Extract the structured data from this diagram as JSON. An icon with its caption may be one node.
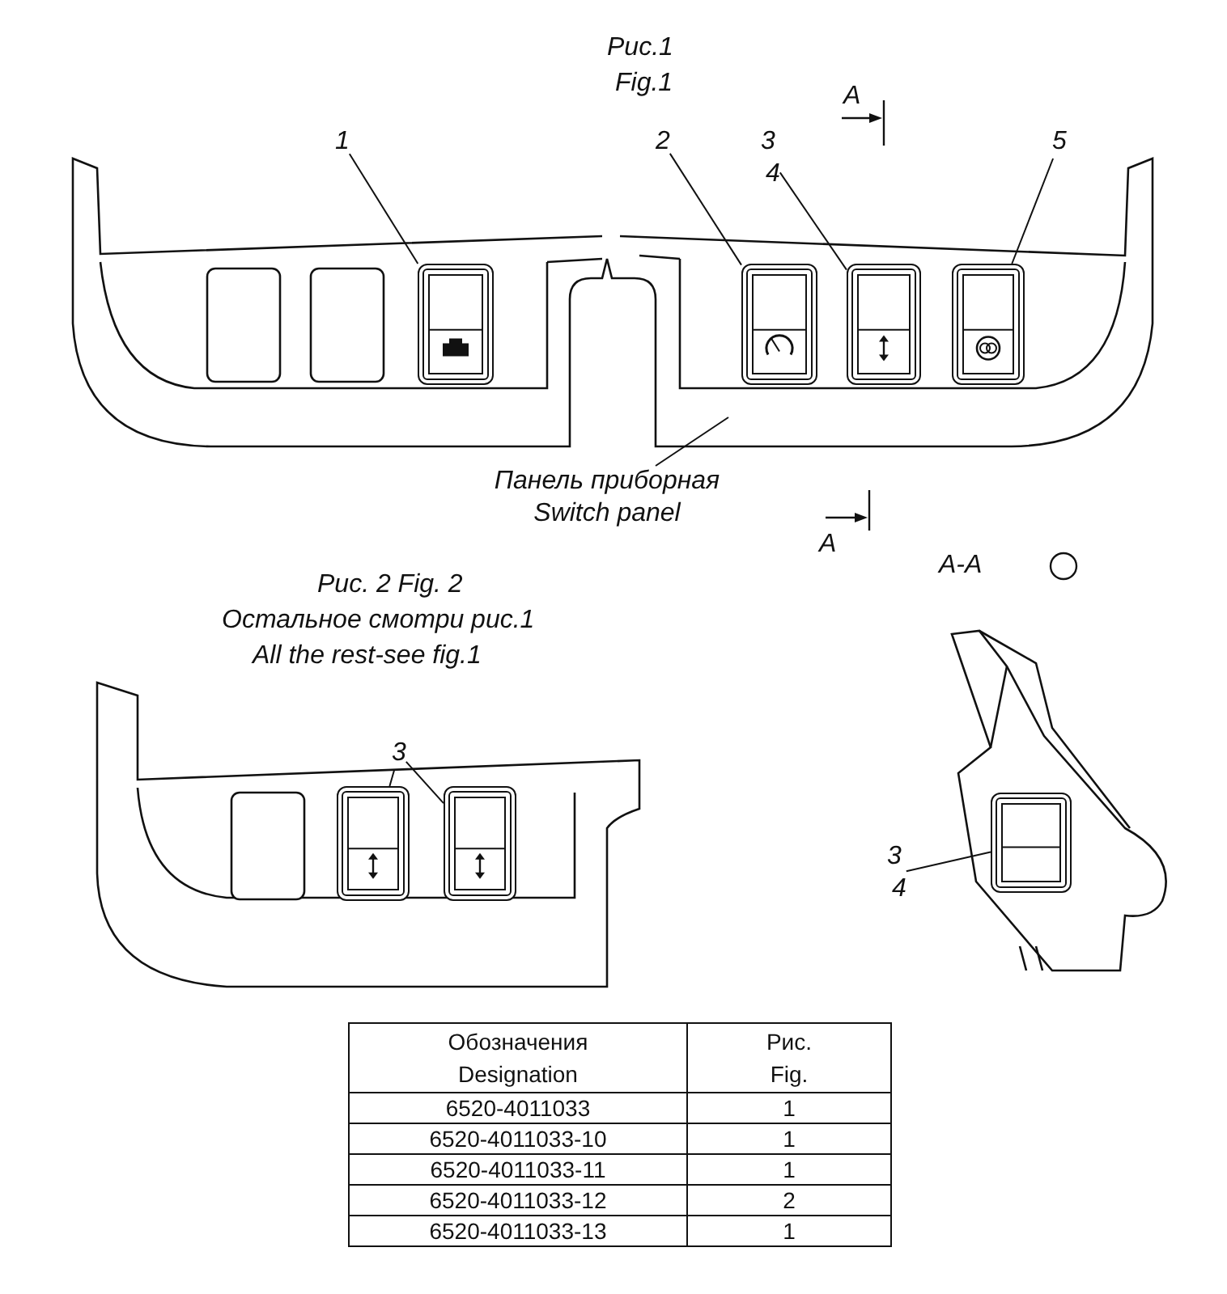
{
  "diagram": {
    "nodes": [
      {
        "text": [
          "1"
        ]
      },
      {
        "text": [],
        "shape": "box"
      },
      {
        "text": [
          "2"
        ]
      },
      {
        "text": [],
        "shape": "box"
      },
      {
        "text": [
          "3",
          "4"
        ]
      },
      {
        "text": [],
        "shape": "box"
      },
      {
        "text": [
          "5"
        ]
      },
      {
        "text": [],
        "shape": "box"
      },
      {
        "text": [
          "Панель приборная Switch panel"
        ]
      },
      {
        "text": [
          "3"
        ]
      },
      {
        "text": [],
        "shape": "box"
      },
      {
        "text": [],
        "shape": "box"
      },
      {
        "text": [
          "3",
          "4"
        ]
      },
      {
        "text": [],
        "shape": "box"
      }
    ],
    "edges": [
      {
        "from": 0,
        "to": 1,
        "arrow": "none"
      },
      {
        "from": 2,
        "to": 3,
        "arrow": "none"
      },
      {
        "from": 4,
        "to": 5,
        "arrow": "none"
      },
      {
        "from": 6,
        "to": 7,
        "arrow": "none"
      },
      {
        "from": 8,
        "to": null,
        "arrow": "none"
      },
      {
        "from": 9,
        "to": 10,
        "arrow": "none"
      },
      {
        "from": 9,
        "to": 11,
        "arrow": "none"
      },
      {
        "from": 12,
        "to": 13,
        "arrow": "none"
      }
    ],
    "labels": [
      "Рис.1",
      "Fig.1",
      "A",
      "A",
      "A-A",
      "Рис. 2 Fig. 2",
      "Остальное смотри рис.1",
      "All the rest-see fig.1",
      "Обозначения Designation",
      "Рис. Fig.",
      "6520-4011033",
      "1",
      "6520-4011033-10",
      "1",
      "6520-4011033-11",
      "1",
      "6520-4011033-12",
      "2",
      "6520-4011033-13",
      "1"
    ]
  }
}
